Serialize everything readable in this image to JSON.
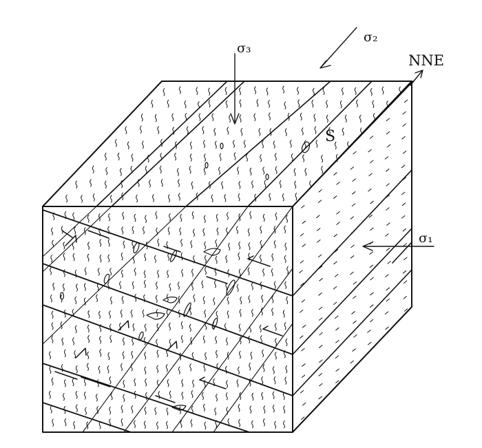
{
  "labels": {
    "sigma2": "σ₂",
    "sigma3": "σ₃",
    "sigma1": "σ₁",
    "direction": "NNE",
    "foliation": "S"
  },
  "colors": {
    "ink": "#111111",
    "background": "#ffffff"
  }
}
